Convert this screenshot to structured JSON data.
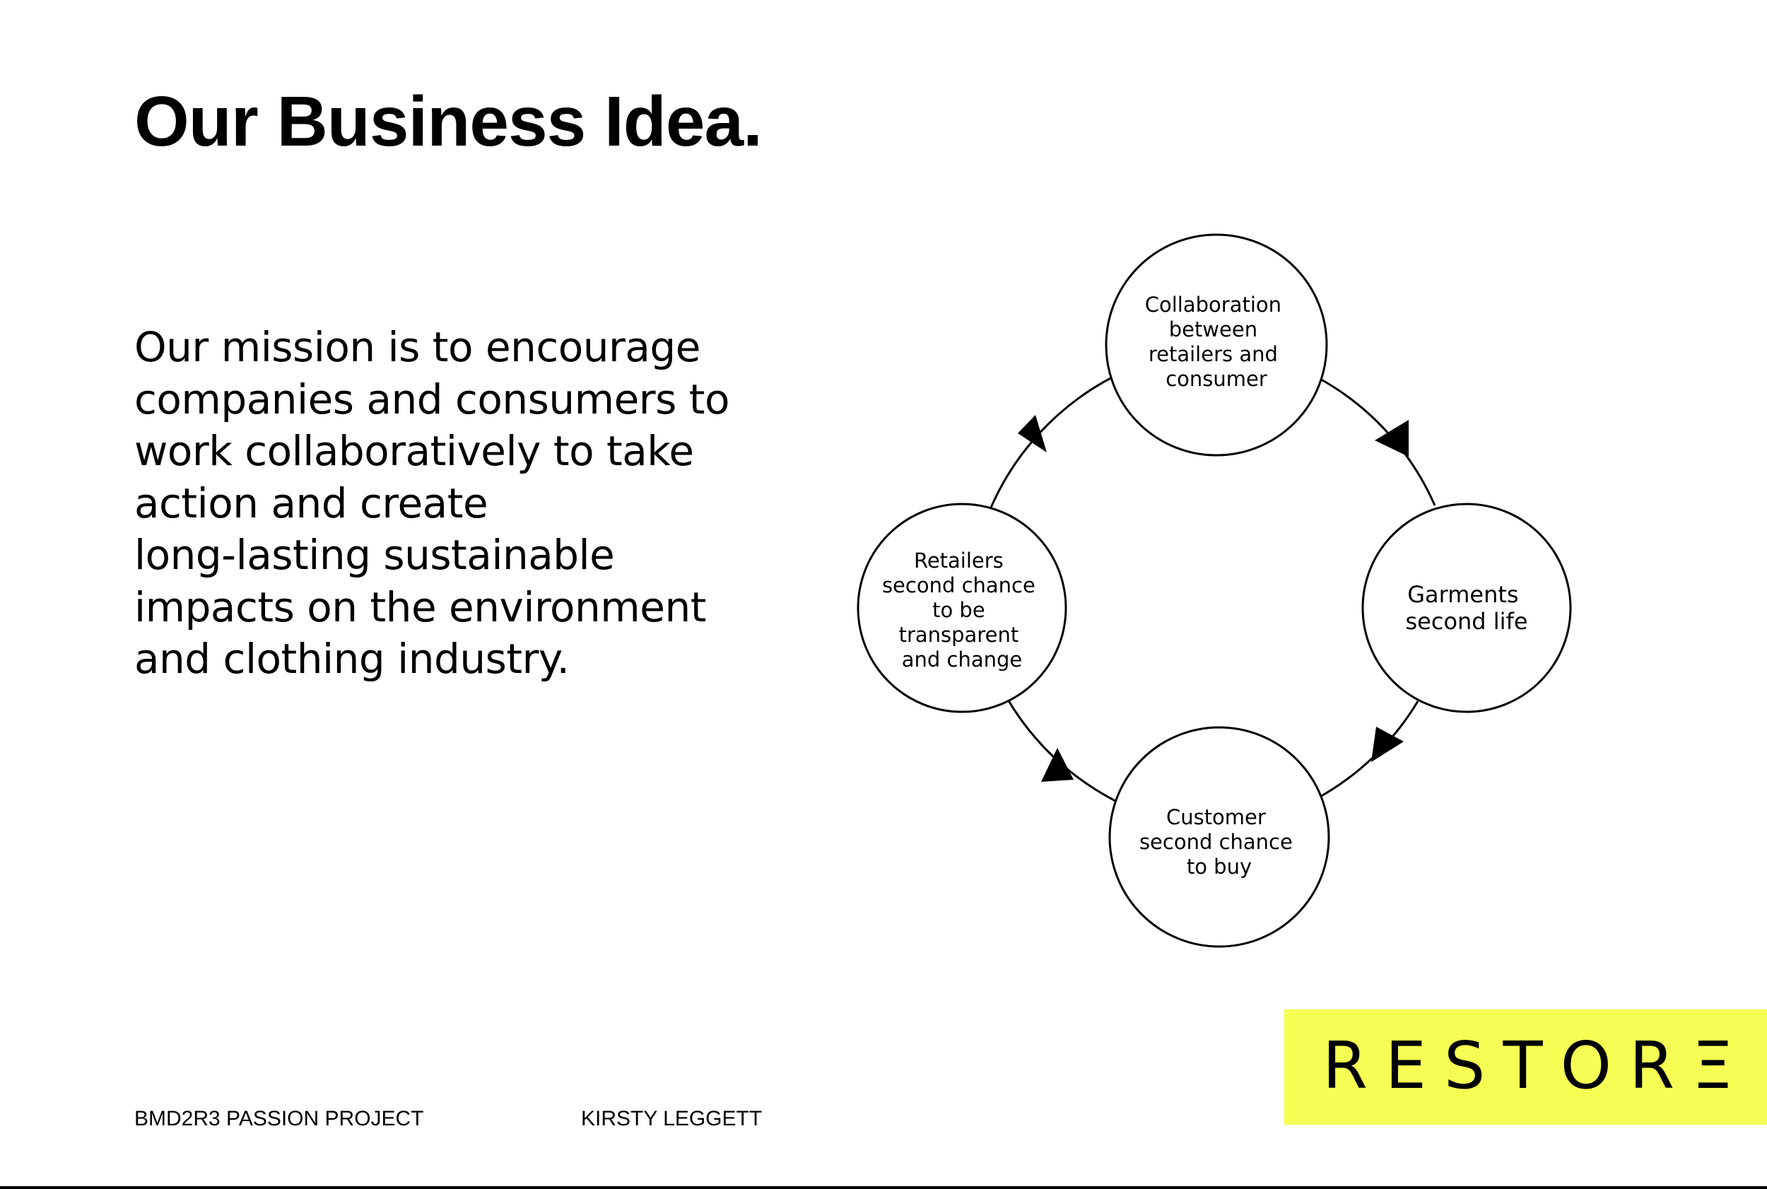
{
  "slide": {
    "title": "Our Business Idea.",
    "mission_lines": [
      "Our mission is to encourage",
      "companies and consumers to",
      "work collaboratively to take",
      "action and create",
      "long-lasting sustainable",
      "impacts on the environment",
      "and clothing industry."
    ]
  },
  "cycle": {
    "nodes": [
      {
        "id": "collaboration",
        "lines": [
          "Collaboration",
          "between",
          "retailers and",
          "consumer"
        ]
      },
      {
        "id": "garments",
        "lines": [
          "Garments",
          "second life"
        ]
      },
      {
        "id": "customer",
        "lines": [
          "Customer",
          "second chance",
          "to buy"
        ]
      },
      {
        "id": "retailers",
        "lines": [
          "Retailers",
          "second chance",
          "to be",
          "transparent",
          "and change"
        ]
      }
    ]
  },
  "footer": {
    "project": "BMD2R3 PASSION PROJECT",
    "author": "KIRSTY LEGGETT"
  },
  "brand": {
    "name": "RESTOR",
    "final_letter": "Ξ",
    "background_color": "#f5ff53"
  }
}
